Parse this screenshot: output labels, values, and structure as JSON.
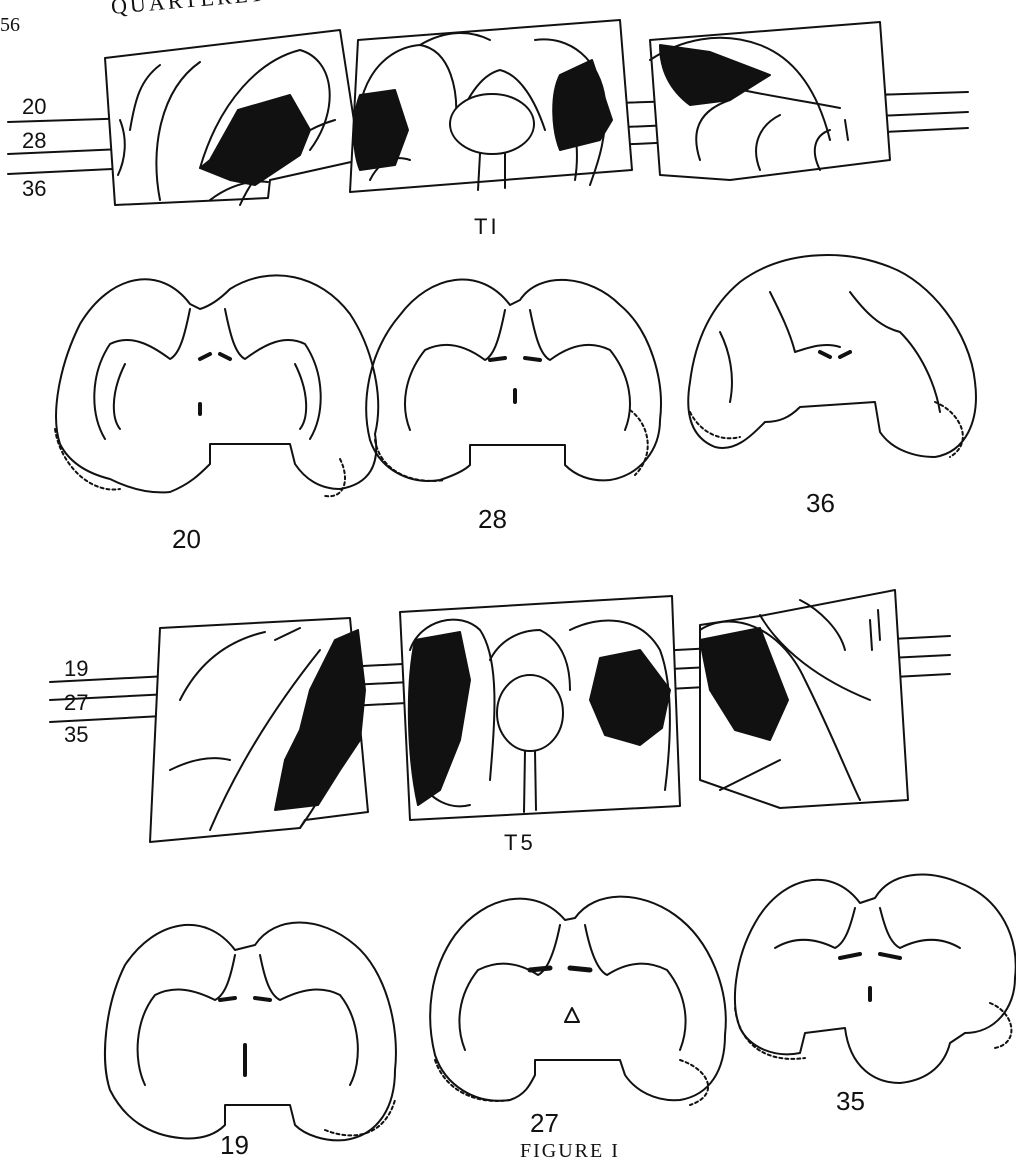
{
  "header": {
    "page_number": "56",
    "running_title": "QUARTERLY JOURNAL OF EX"
  },
  "figure": {
    "caption": "FIGURE I",
    "panels": [
      {
        "id": "T1",
        "label": "TI",
        "level_labels": [
          "20",
          "28",
          "36"
        ],
        "section_labels": [
          "20",
          "28",
          "36"
        ]
      },
      {
        "id": "T5",
        "label": "T5",
        "level_labels": [
          "19",
          "27",
          "35"
        ],
        "section_labels": [
          "19",
          "27",
          "35"
        ]
      }
    ]
  }
}
